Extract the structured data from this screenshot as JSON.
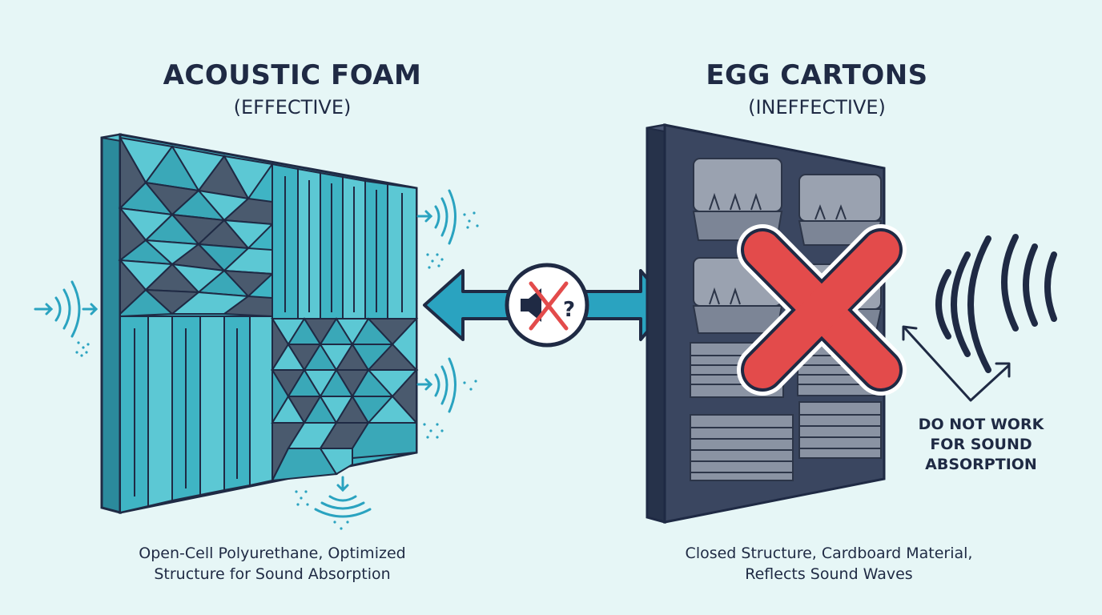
{
  "left": {
    "title": "ACOUSTIC FOAM",
    "subtitle": "(EFFECTIVE)",
    "caption_line1": "Open-Cell Polyurethane, Optimized",
    "caption_line2": "Structure for Sound Absorption"
  },
  "right": {
    "title": "EGG CARTONS",
    "subtitle": "(INEFFECTIVE)",
    "caption_line1": "Closed Structure, Cardboard Material,",
    "caption_line2": "Reflects Sound Waves",
    "warning_line1": "DO NOT WORK",
    "warning_line2": "FOR SOUND",
    "warning_line3": "ABSORPTION"
  },
  "center": {
    "question_mark": "?"
  },
  "colors": {
    "background": "#e6f6f6",
    "foam": "#3fb4c4",
    "foam_dark": "#4a5a6e",
    "board": "#3a4660",
    "outline": "#1f2a44",
    "arrow": "#2aa3c0",
    "cross": "#e34b4b",
    "wave": "#1f2a44"
  },
  "icons": [
    "muted-speaker-icon",
    "red-x-icon",
    "double-arrow-icon",
    "sound-wave-icon"
  ]
}
